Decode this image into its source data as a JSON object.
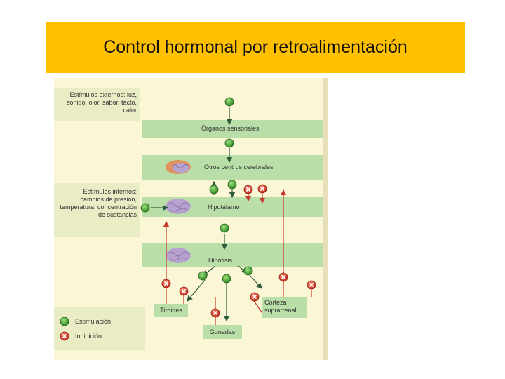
{
  "slide": {
    "title": "Control hormonal por retroalimentación"
  },
  "diagram": {
    "external_stimuli": "Estímulos externos: luz, sonido, olor, sabor, tacto, calor",
    "internal_stimuli": "Estímulos internos: cambios de presión, temperatura, concentración de sustancias",
    "bands": {
      "sensory_organs": "Órganos sensoriales",
      "other_brain_centers": "Otros centros cerebrales",
      "hypothalamus": "Hipotálamo",
      "pituitary": "Hipófisis"
    },
    "targets": {
      "thyroid": "Tiroides",
      "adrenal_cortex": "Corteza suprarrenal",
      "gonads": "Gonadas"
    },
    "legend": {
      "stimulation": "Estimulación",
      "inhibition": "Inhibición"
    },
    "colors": {
      "band": "#b9dea7",
      "side_panel": "#e9ecc4",
      "stimulation": "#3a9a2a",
      "inhibition": "#d8402c",
      "brain": "#b7a2cf",
      "brain_outer": "#e0925e"
    }
  }
}
